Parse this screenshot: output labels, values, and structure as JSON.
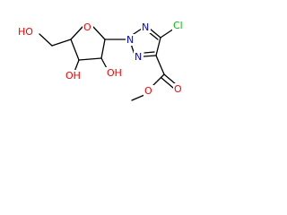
{
  "molecule": {
    "labels": {
      "ho_ch2": "HO",
      "oh_3": "OH",
      "oh_2": "OH",
      "ring_o": "O",
      "n1": "N",
      "n2": "N",
      "n3": "N",
      "cl": "Cl",
      "ester_carbonyl_o": "O",
      "ester_o": "O"
    },
    "colors": {
      "bond": "#000000",
      "oxygen": "#ff0000",
      "nitrogen": "#0000ff",
      "chlorine": "#00c000"
    }
  }
}
